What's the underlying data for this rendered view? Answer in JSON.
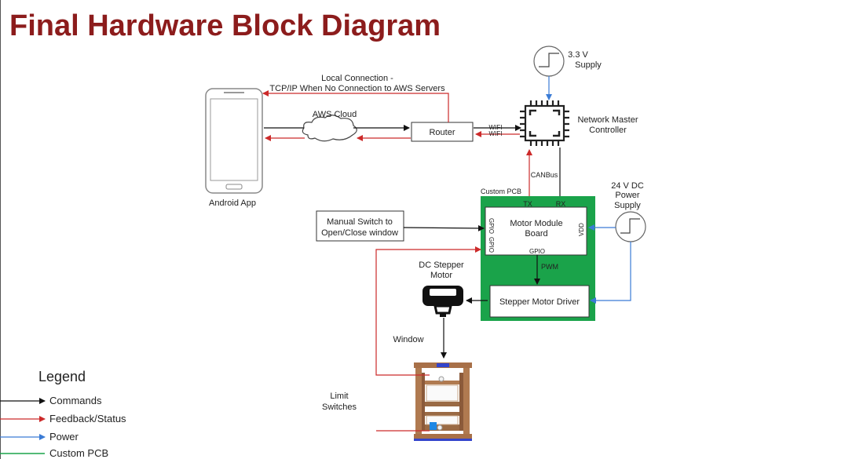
{
  "title": "Final Hardware Block Diagram",
  "colors": {
    "title": "#8c1c1c",
    "commands": "#111111",
    "feedback": "#cc2a2a",
    "power": "#3a7bd5",
    "custom_pcb": "#1aa34a"
  },
  "nodes": {
    "android_app": "Android App",
    "aws_cloud": "AWS Cloud",
    "router": "Router",
    "supply_33_line1": "3.3 V",
    "supply_33_line2": "Supply",
    "network_master_line1": "Network Master",
    "network_master_line2": "Controller",
    "custom_pcb": "Custom PCB",
    "motor_module_line1": "Motor Module",
    "motor_module_line2": "Board",
    "stepper_driver": "Stepper Motor Driver",
    "manual_switch_line1": "Manual Switch to",
    "manual_switch_line2": "Open/Close window",
    "supply_24_line1": "24 V DC",
    "supply_24_line2": "Power",
    "supply_24_line3": "Supply",
    "dc_motor_line1": "DC Stepper",
    "dc_motor_line2": "Motor",
    "window": "Window",
    "limit_line1": "Limit",
    "limit_line2": "Switches"
  },
  "edge_labels": {
    "local_line1": "Local Connection -",
    "local_line2": "TCP/IP When No Connection to AWS Servers",
    "wifi_1": "WIFI",
    "wifi_2": "WIFI",
    "canbus": "CANBus",
    "tx": "TX",
    "rx": "RX",
    "gpio_left_1": "GPIO",
    "gpio_left_2": "GPIO",
    "vdd": "VDD",
    "gpio_bottom": "GPIO",
    "pwm": "PWM"
  },
  "legend": {
    "title": "Legend",
    "items": [
      {
        "label": "Commands",
        "color": "#111111"
      },
      {
        "label": "Feedback/Status",
        "color": "#cc2a2a"
      },
      {
        "label": "Power",
        "color": "#3a7bd5"
      },
      {
        "label": "Custom PCB",
        "color": "#1aa34a"
      }
    ]
  }
}
